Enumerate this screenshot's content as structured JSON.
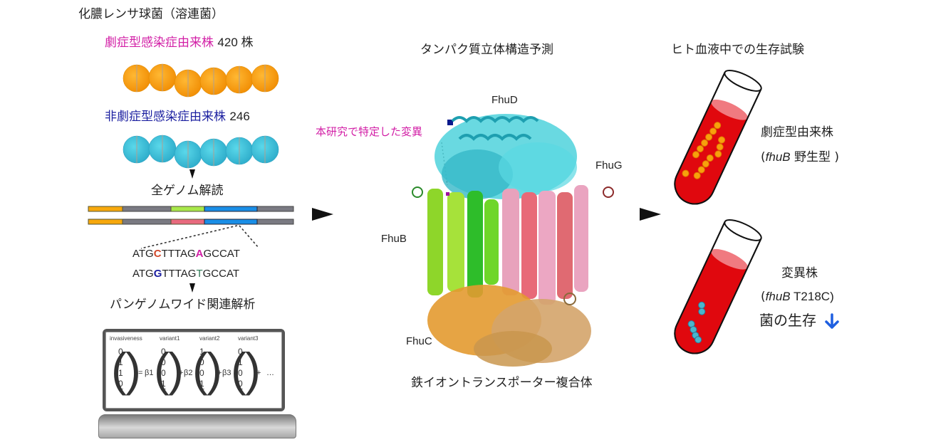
{
  "panel1": {
    "title": "化膿レンサ球菌（溶連菌）",
    "invasive_label": "劇症型感染症由来株",
    "invasive_count": "420 株",
    "noninvasive_label": "非劇症型感染症由来株",
    "noninvasive_count": "246",
    "wgs_label": "全ゲノム解読",
    "seq1": {
      "pre": "ATG",
      "var1": "C",
      "mid": "TTTAG",
      "var2": "A",
      "post": "GCCAT"
    },
    "seq2": {
      "pre": "ATG",
      "var1": "G",
      "mid": "TTTAG",
      "var2": "T",
      "post": "GCCAT"
    },
    "gwas_label": "パンゲノムワイド関連解析",
    "equation": {
      "headers": [
        "invasiveness",
        "variant1",
        "variant2",
        "variant3"
      ],
      "vectors": [
        [
          "0",
          "1",
          "1",
          "0"
        ],
        [
          "0",
          "0",
          "0",
          "1"
        ],
        [
          "1",
          "0",
          "0",
          "1"
        ],
        [
          "0",
          "1",
          "0",
          "0"
        ]
      ],
      "equals": "=",
      "betas": [
        "β1",
        "β2",
        "β3"
      ],
      "plus": "+",
      "ellipsis": "…"
    }
  },
  "panel2": {
    "title": "タンパク質立体構造予測",
    "mutation_label": "本研究で特定した変異",
    "subunits": [
      "FhuD",
      "FhuG",
      "FhuB",
      "FhuC"
    ],
    "caption": "鉄イオントランスポーター複合体"
  },
  "panel3": {
    "title": "ヒト血液中での生存試験",
    "tube1": {
      "line1": "劇症型由来株",
      "gene": "fhuB",
      "line2_rest": " 野生型 )",
      "open": "("
    },
    "tube2": {
      "line1": "変異株",
      "gene": "fhuB",
      "line2_rest": " T218C)",
      "open": "(",
      "line3": "菌の生存"
    }
  },
  "colors": {
    "magenta": "#d21fa6",
    "navy": "#1b1fa0",
    "orange_cocci": "#f7a10c",
    "cyan_cocci": "#3cc6dc",
    "blood": "#e0080e",
    "arrow_blue": "#1e5fe0",
    "mut_red": "#d1482a",
    "mut_green": "#2f7a56"
  }
}
